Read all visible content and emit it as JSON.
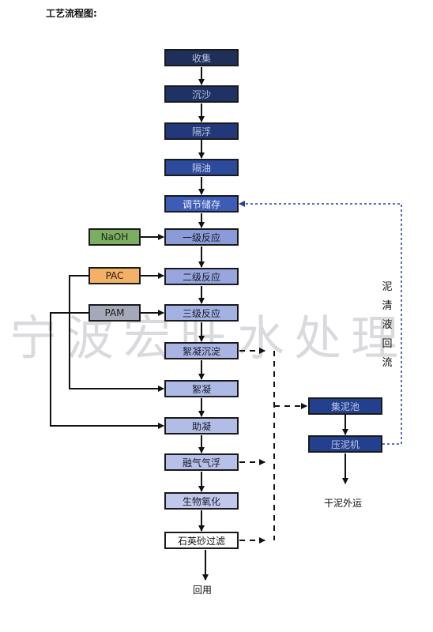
{
  "heading": "工艺流程图:",
  "watermark": "宁波宏旺水处理",
  "steps": [
    {
      "label": "收集",
      "bg": "#1e2f5a",
      "fg": "#b8c0d8"
    },
    {
      "label": "沉沙",
      "bg": "#1f3266",
      "fg": "#b8c0d8"
    },
    {
      "label": "隔浮",
      "bg": "#22387a",
      "fg": "#b8c0d8"
    },
    {
      "label": "隔油",
      "bg": "#2b4a9c",
      "fg": "#c8d0e8"
    },
    {
      "label": "调节储存",
      "bg": "#3c5cb8",
      "fg": "#e8ecf8"
    },
    {
      "label": "一级反应",
      "bg": "#8a9bd8",
      "fg": "#1a1a2a"
    },
    {
      "label": "二级反应",
      "bg": "#97a7de",
      "fg": "#1a1a2a"
    },
    {
      "label": "三级反应",
      "bg": "#a3b2e2",
      "fg": "#1a1a2a"
    },
    {
      "label": "絮凝沉淀",
      "bg": "#a8b4e2",
      "fg": "#1a1a2a"
    },
    {
      "label": "絮凝",
      "bg": "#aebae6",
      "fg": "#1a1a2a"
    },
    {
      "label": "助凝",
      "bg": "#b2bde6",
      "fg": "#1a1a2a"
    },
    {
      "label": "融气气浮",
      "bg": "#b6c0e8",
      "fg": "#1a1a2a"
    },
    {
      "label": "生物氧化",
      "bg": "#c0c9ec",
      "fg": "#1a1a2a"
    },
    {
      "label": "石英砂过滤",
      "bg": "#ffffff",
      "fg": "#111111"
    }
  ],
  "chemicals": [
    {
      "label": "NaOH",
      "bg": "#7cae62",
      "fg": "#1a2a14"
    },
    {
      "label": "PAC",
      "bg": "#f2b167",
      "fg": "#2a1a08"
    },
    {
      "label": "PAM",
      "bg": "#a4a8b8",
      "fg": "#1a1a1a"
    }
  ],
  "sludge": [
    {
      "label": "集泥池",
      "bg": "#23408e",
      "fg": "#c0c8e4"
    },
    {
      "label": "压泥机",
      "bg": "#23408e",
      "fg": "#c0c8e4"
    }
  ],
  "return_text": "泥清液回流",
  "output_reuse": "回用",
  "output_sludge": "干泥外运",
  "colors": {
    "line": "#111111",
    "dashed_return": "#2a3f9a"
  }
}
